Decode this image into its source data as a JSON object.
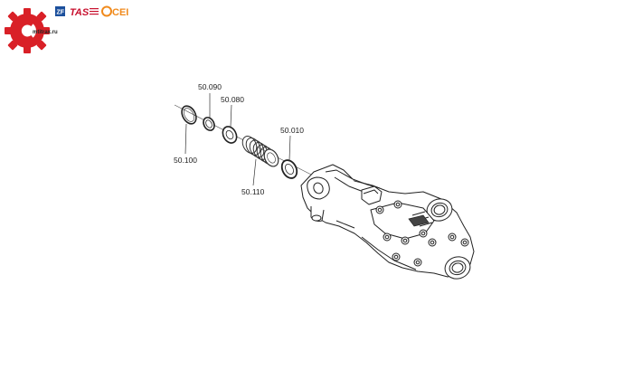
{
  "header": {
    "logo_site_text": "mtitrax.ru",
    "brand_zf": "ZF",
    "brand_tas": "TAS",
    "brand_cei": "CEI",
    "colors": {
      "logo_red": "#d92027",
      "zf_blue": "#1b4f9c",
      "tas_red": "#c8102e",
      "cei_orange": "#f08a1c"
    }
  },
  "diagram": {
    "callouts": [
      {
        "id": "50.090",
        "label": "50.090"
      },
      {
        "id": "50.080",
        "label": "50.080"
      },
      {
        "id": "50.010",
        "label": "50.010"
      },
      {
        "id": "50.100",
        "label": "50.100"
      },
      {
        "id": "50.110",
        "label": "50.110"
      }
    ]
  }
}
